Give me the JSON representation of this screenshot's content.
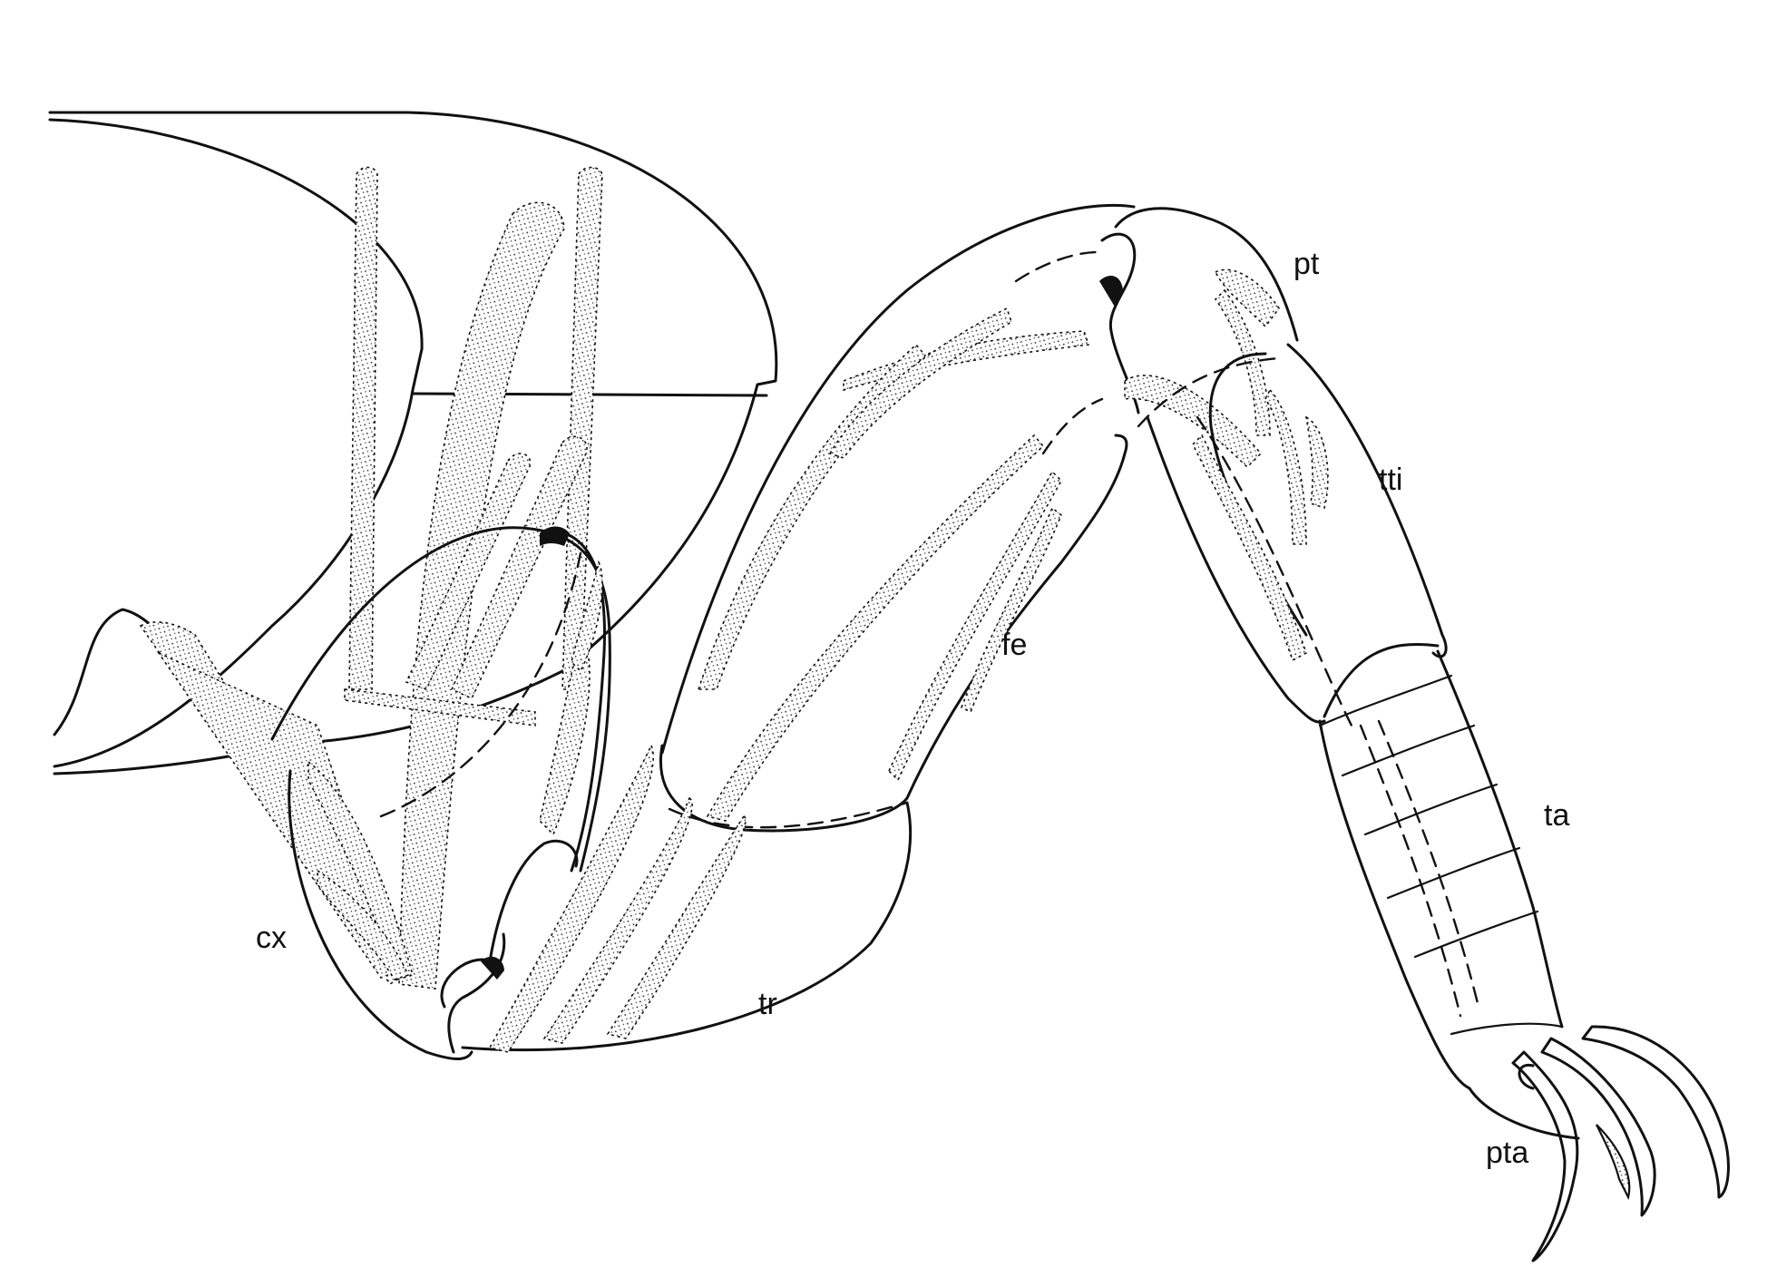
{
  "labels": {
    "cx": "cx",
    "tr": "tr",
    "fe": "fe",
    "pt": "pt",
    "tti": "tti",
    "ta": "ta",
    "pta": "pta"
  }
}
